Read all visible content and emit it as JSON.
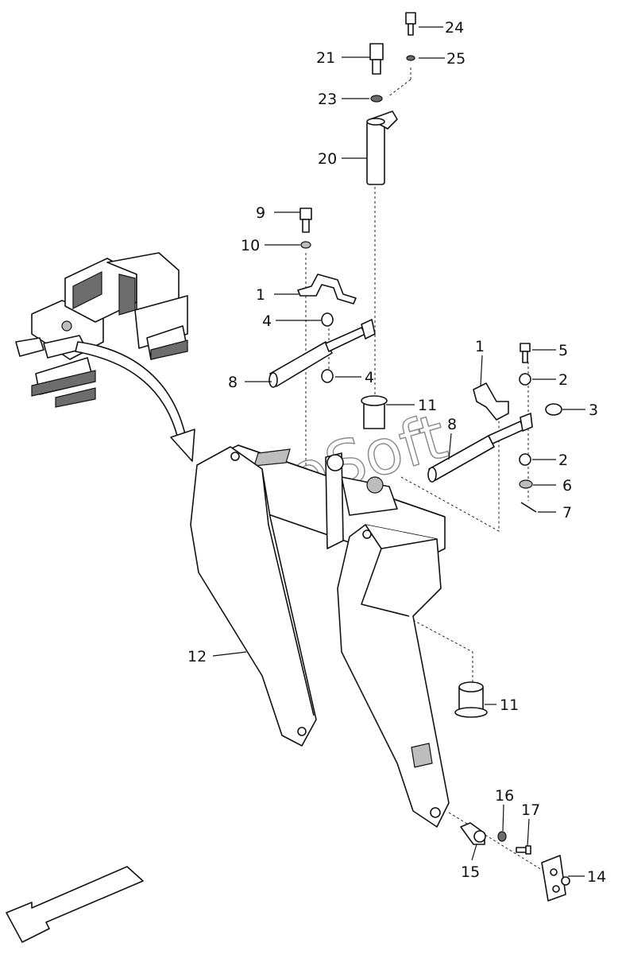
{
  "watermark": "AutoSoft",
  "callouts": [
    {
      "id": "24",
      "text": "24"
    },
    {
      "id": "21",
      "text": "21"
    },
    {
      "id": "25",
      "text": "25"
    },
    {
      "id": "23",
      "text": "23"
    },
    {
      "id": "20",
      "text": "20"
    },
    {
      "id": "9",
      "text": "9"
    },
    {
      "id": "10",
      "text": "10"
    },
    {
      "id": "1a",
      "text": "1"
    },
    {
      "id": "4a",
      "text": "4"
    },
    {
      "id": "8a",
      "text": "8"
    },
    {
      "id": "4b",
      "text": "4"
    },
    {
      "id": "11a",
      "text": "11"
    },
    {
      "id": "1b",
      "text": "1"
    },
    {
      "id": "5",
      "text": "5"
    },
    {
      "id": "2a",
      "text": "2"
    },
    {
      "id": "3",
      "text": "3"
    },
    {
      "id": "8b",
      "text": "8"
    },
    {
      "id": "2b",
      "text": "2"
    },
    {
      "id": "6",
      "text": "6"
    },
    {
      "id": "7",
      "text": "7"
    },
    {
      "id": "12",
      "text": "12"
    },
    {
      "id": "11b",
      "text": "11"
    },
    {
      "id": "16",
      "text": "16"
    },
    {
      "id": "17",
      "text": "17"
    },
    {
      "id": "15",
      "text": "15"
    },
    {
      "id": "14",
      "text": "14"
    }
  ],
  "icons": [
    "machine-illustration",
    "orientation-arrow-icon",
    "pointer-arrow-icon"
  ]
}
